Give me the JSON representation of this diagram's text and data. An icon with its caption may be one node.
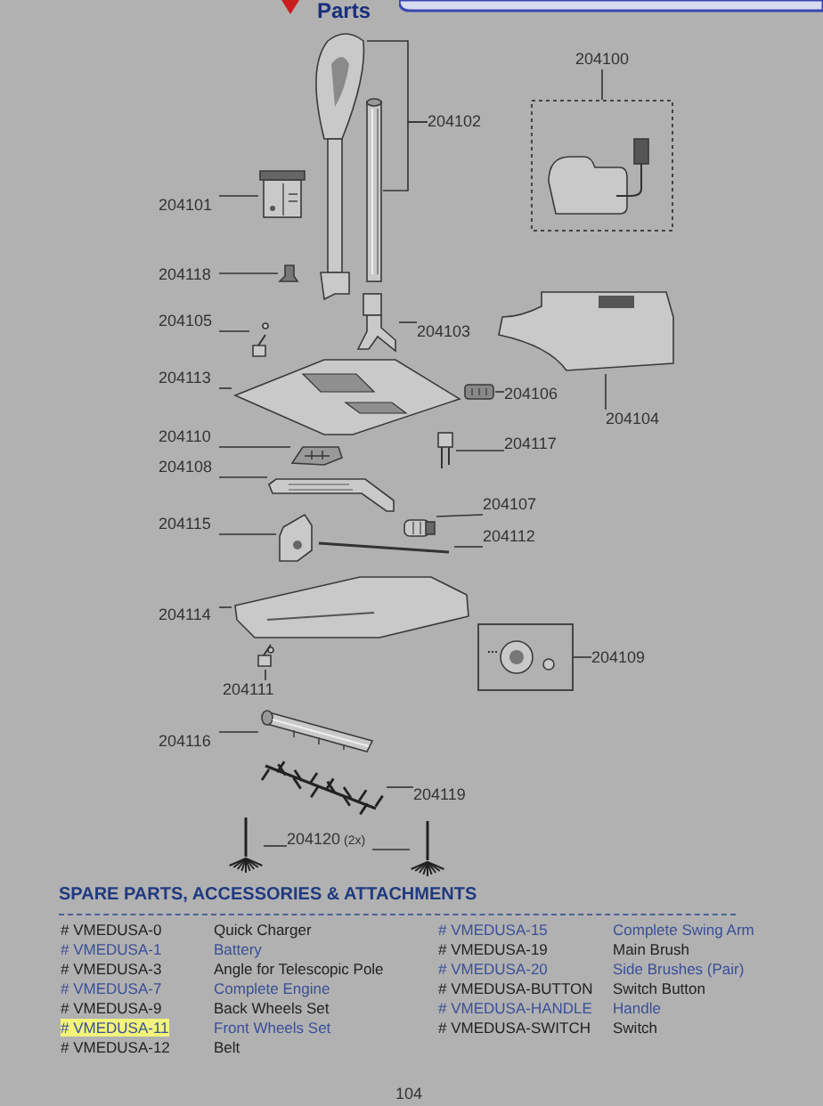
{
  "diagram": {
    "title": "Parts",
    "nodes": [
      {
        "text": [
          "204100"
        ]
      },
      {
        "text": [
          "204102"
        ]
      },
      {
        "text": [
          "204101"
        ]
      },
      {
        "text": [
          "204118"
        ]
      },
      {
        "text": [
          "204105"
        ]
      },
      {
        "text": [
          "204103"
        ]
      },
      {
        "text": [
          "204113"
        ]
      },
      {
        "text": [
          "204106"
        ]
      },
      {
        "text": [
          "204104"
        ]
      },
      {
        "text": [
          "204110"
        ]
      },
      {
        "text": [
          "204117"
        ]
      },
      {
        "text": [
          "204108"
        ]
      },
      {
        "text": [
          "204107"
        ]
      },
      {
        "text": [
          "204115"
        ]
      },
      {
        "text": [
          "204112"
        ]
      },
      {
        "text": [
          "204114"
        ]
      },
      {
        "text": [
          "204109"
        ]
      },
      {
        "text": [
          "204111"
        ]
      },
      {
        "text": [
          "204116"
        ]
      },
      {
        "text": [
          "204119"
        ]
      },
      {
        "text": [
          "204120"
        ],
        "beside": [
          "(2x)"
        ]
      },
      {
        "text": [],
        "shape": "picture"
      },
      {
        "text": [],
        "shape": "picture"
      },
      {
        "text": [],
        "shape": "picture"
      },
      {
        "text": [],
        "shape": "picture"
      },
      {
        "text": [],
        "shape": "picture"
      },
      {
        "text": [],
        "shape": "picture"
      },
      {
        "text": [],
        "shape": "picture"
      },
      {
        "text": [],
        "shape": "picture"
      },
      {
        "text": [],
        "shape": "picture"
      },
      {
        "text": [],
        "shape": "picture"
      },
      {
        "text": [],
        "shape": "picture"
      },
      {
        "text": [],
        "shape": "picture"
      },
      {
        "text": [],
        "shape": "picture"
      },
      {
        "text": [],
        "shape": "picture"
      },
      {
        "text": [],
        "shape": "picture"
      },
      {
        "text": [],
        "shape": "picture"
      },
      {
        "text": [],
        "shape": "picture"
      },
      {
        "text": [],
        "shape": "picture"
      },
      {
        "text": [],
        "shape": "picture"
      },
      {
        "text": [],
        "shape": "picture"
      },
      {
        "text": [],
        "shape": "picture"
      },
      {
        "text": [],
        "shape": "picture"
      },
      {
        "text": [],
        "shape": "picture"
      }
    ],
    "edges": [
      {
        "from": 0,
        "to": 21,
        "arrow": "none"
      },
      {
        "from": 1,
        "to": 22,
        "arrow": "none"
      },
      {
        "from": 1,
        "to": 23,
        "arrow": "none"
      },
      {
        "from": 2,
        "to": 24,
        "arrow": "none"
      },
      {
        "from": 3,
        "to": 25,
        "arrow": "none"
      },
      {
        "from": 4,
        "to": 26,
        "arrow": "none"
      },
      {
        "from": 5,
        "to": 27,
        "arrow": "none"
      },
      {
        "from": 6,
        "to": 28,
        "arrow": "none"
      },
      {
        "from": 7,
        "to": 30,
        "arrow": "none"
      },
      {
        "from": 8,
        "to": 29,
        "arrow": "none"
      },
      {
        "from": 9,
        "to": 31,
        "arrow": "none"
      },
      {
        "from": 10,
        "to": 32,
        "arrow": "none"
      },
      {
        "from": 11,
        "to": 33,
        "arrow": "none"
      },
      {
        "from": 12,
        "to": 34,
        "arrow": "none"
      },
      {
        "from": 13,
        "to": 35,
        "arrow": "none"
      },
      {
        "from": 14,
        "to": 36,
        "arrow": "none"
      },
      {
        "from": 15,
        "to": 37,
        "arrow": "none"
      },
      {
        "from": 16,
        "to": 39,
        "arrow": "none"
      },
      {
        "from": 17,
        "to": 38,
        "arrow": "none"
      },
      {
        "from": 18,
        "to": 40,
        "arrow": "none"
      },
      {
        "from": 19,
        "to": 41,
        "arrow": "none"
      },
      {
        "from": 20,
        "to": 42,
        "arrow": "none"
      },
      {
        "from": 20,
        "to": 43,
        "arrow": "none"
      }
    ],
    "labels": [
      "SPARE PARTS, ACCESSORIES & ATTACHMENTS",
      "# VMEDUSA-0",
      "Quick Charger",
      "# VMEDUSA-15",
      "Complete Swing Arm",
      "# VMEDUSA-1",
      "Battery",
      "# VMEDUSA-19",
      "Main Brush",
      "# VMEDUSA-3",
      "Angle for Telescopic Pole",
      "# VMEDUSA-20",
      "Side Brushes (Pair)",
      "# VMEDUSA-7",
      "Complete Engine",
      "# VMEDUSA-BUTTON",
      "Switch Button",
      "# VMEDUSA-9",
      "Back Wheels Set",
      "# VMEDUSA-HANDLE",
      "Handle",
      "# VMEDUSA-11",
      "Front Wheels Set",
      "# VMEDUSA-SWITCH",
      "Switch",
      "# VMEDUSA-12",
      "Belt",
      "104"
    ]
  }
}
